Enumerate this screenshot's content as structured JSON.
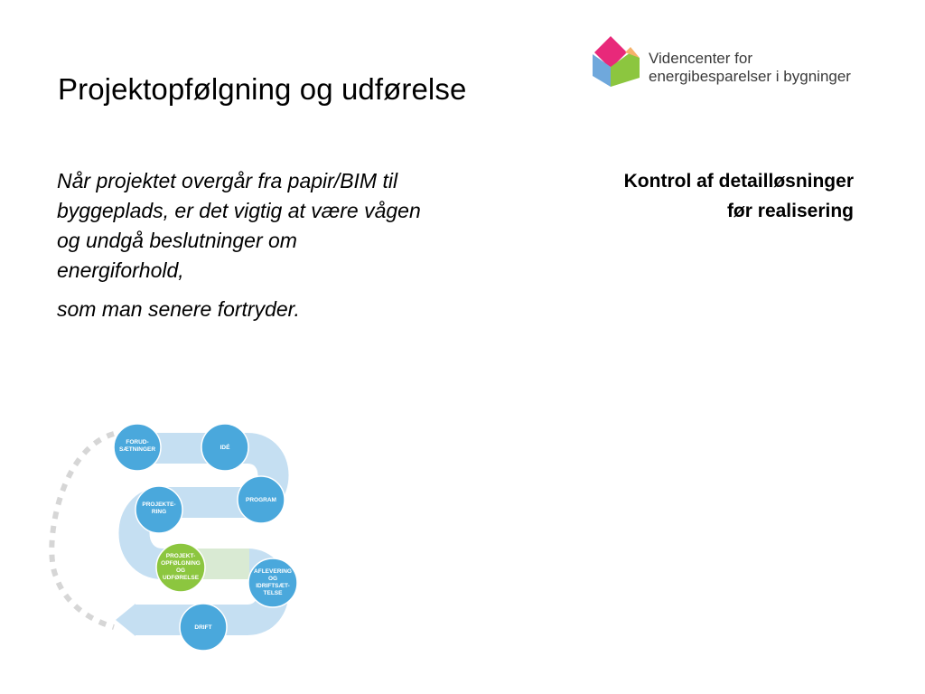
{
  "slide": {
    "title": "Projektopfølgning og udførelse",
    "paragraphs": [
      "Når projektet overgår fra papir/BIM til byggeplads, er det vigtig at være vågen og undgå beslutninger om energiforhold,",
      "som man senere fortryder."
    ],
    "side_note": {
      "line1": "Kontrol af detailløsninger",
      "line2": "før realisering"
    }
  },
  "logo": {
    "line1": "Videncenter for",
    "line2": "energibesparelser i bygninger",
    "colors": {
      "roof": "#e8297a",
      "left": "#6fa8dc",
      "right": "#8cc63f",
      "text": "#3a3a3a"
    }
  },
  "process": {
    "colors": {
      "track": "#c5dff2",
      "track_active": "#d9ead3",
      "node": "#4aa8dc",
      "node_active": "#8cc63f",
      "dash": "#d6d6d6"
    },
    "nodes": [
      {
        "key": "forud",
        "lines": [
          "FORUD-",
          "SÆTNINGER"
        ]
      },
      {
        "key": "ide",
        "lines": [
          "IDÉ"
        ]
      },
      {
        "key": "program",
        "lines": [
          "PROGRAM"
        ]
      },
      {
        "key": "projektering",
        "lines": [
          "PROJEKTE-",
          "RING"
        ]
      },
      {
        "key": "opfolgning",
        "lines": [
          "PROJEKT-",
          "OPFØLGNING",
          "OG",
          "UDFØRELSE"
        ],
        "active": true
      },
      {
        "key": "aflevering",
        "lines": [
          "AFLEVERING",
          "OG",
          "IDRIFTSÆT-",
          "TELSE"
        ]
      },
      {
        "key": "drift",
        "lines": [
          "DRIFT"
        ]
      }
    ]
  }
}
